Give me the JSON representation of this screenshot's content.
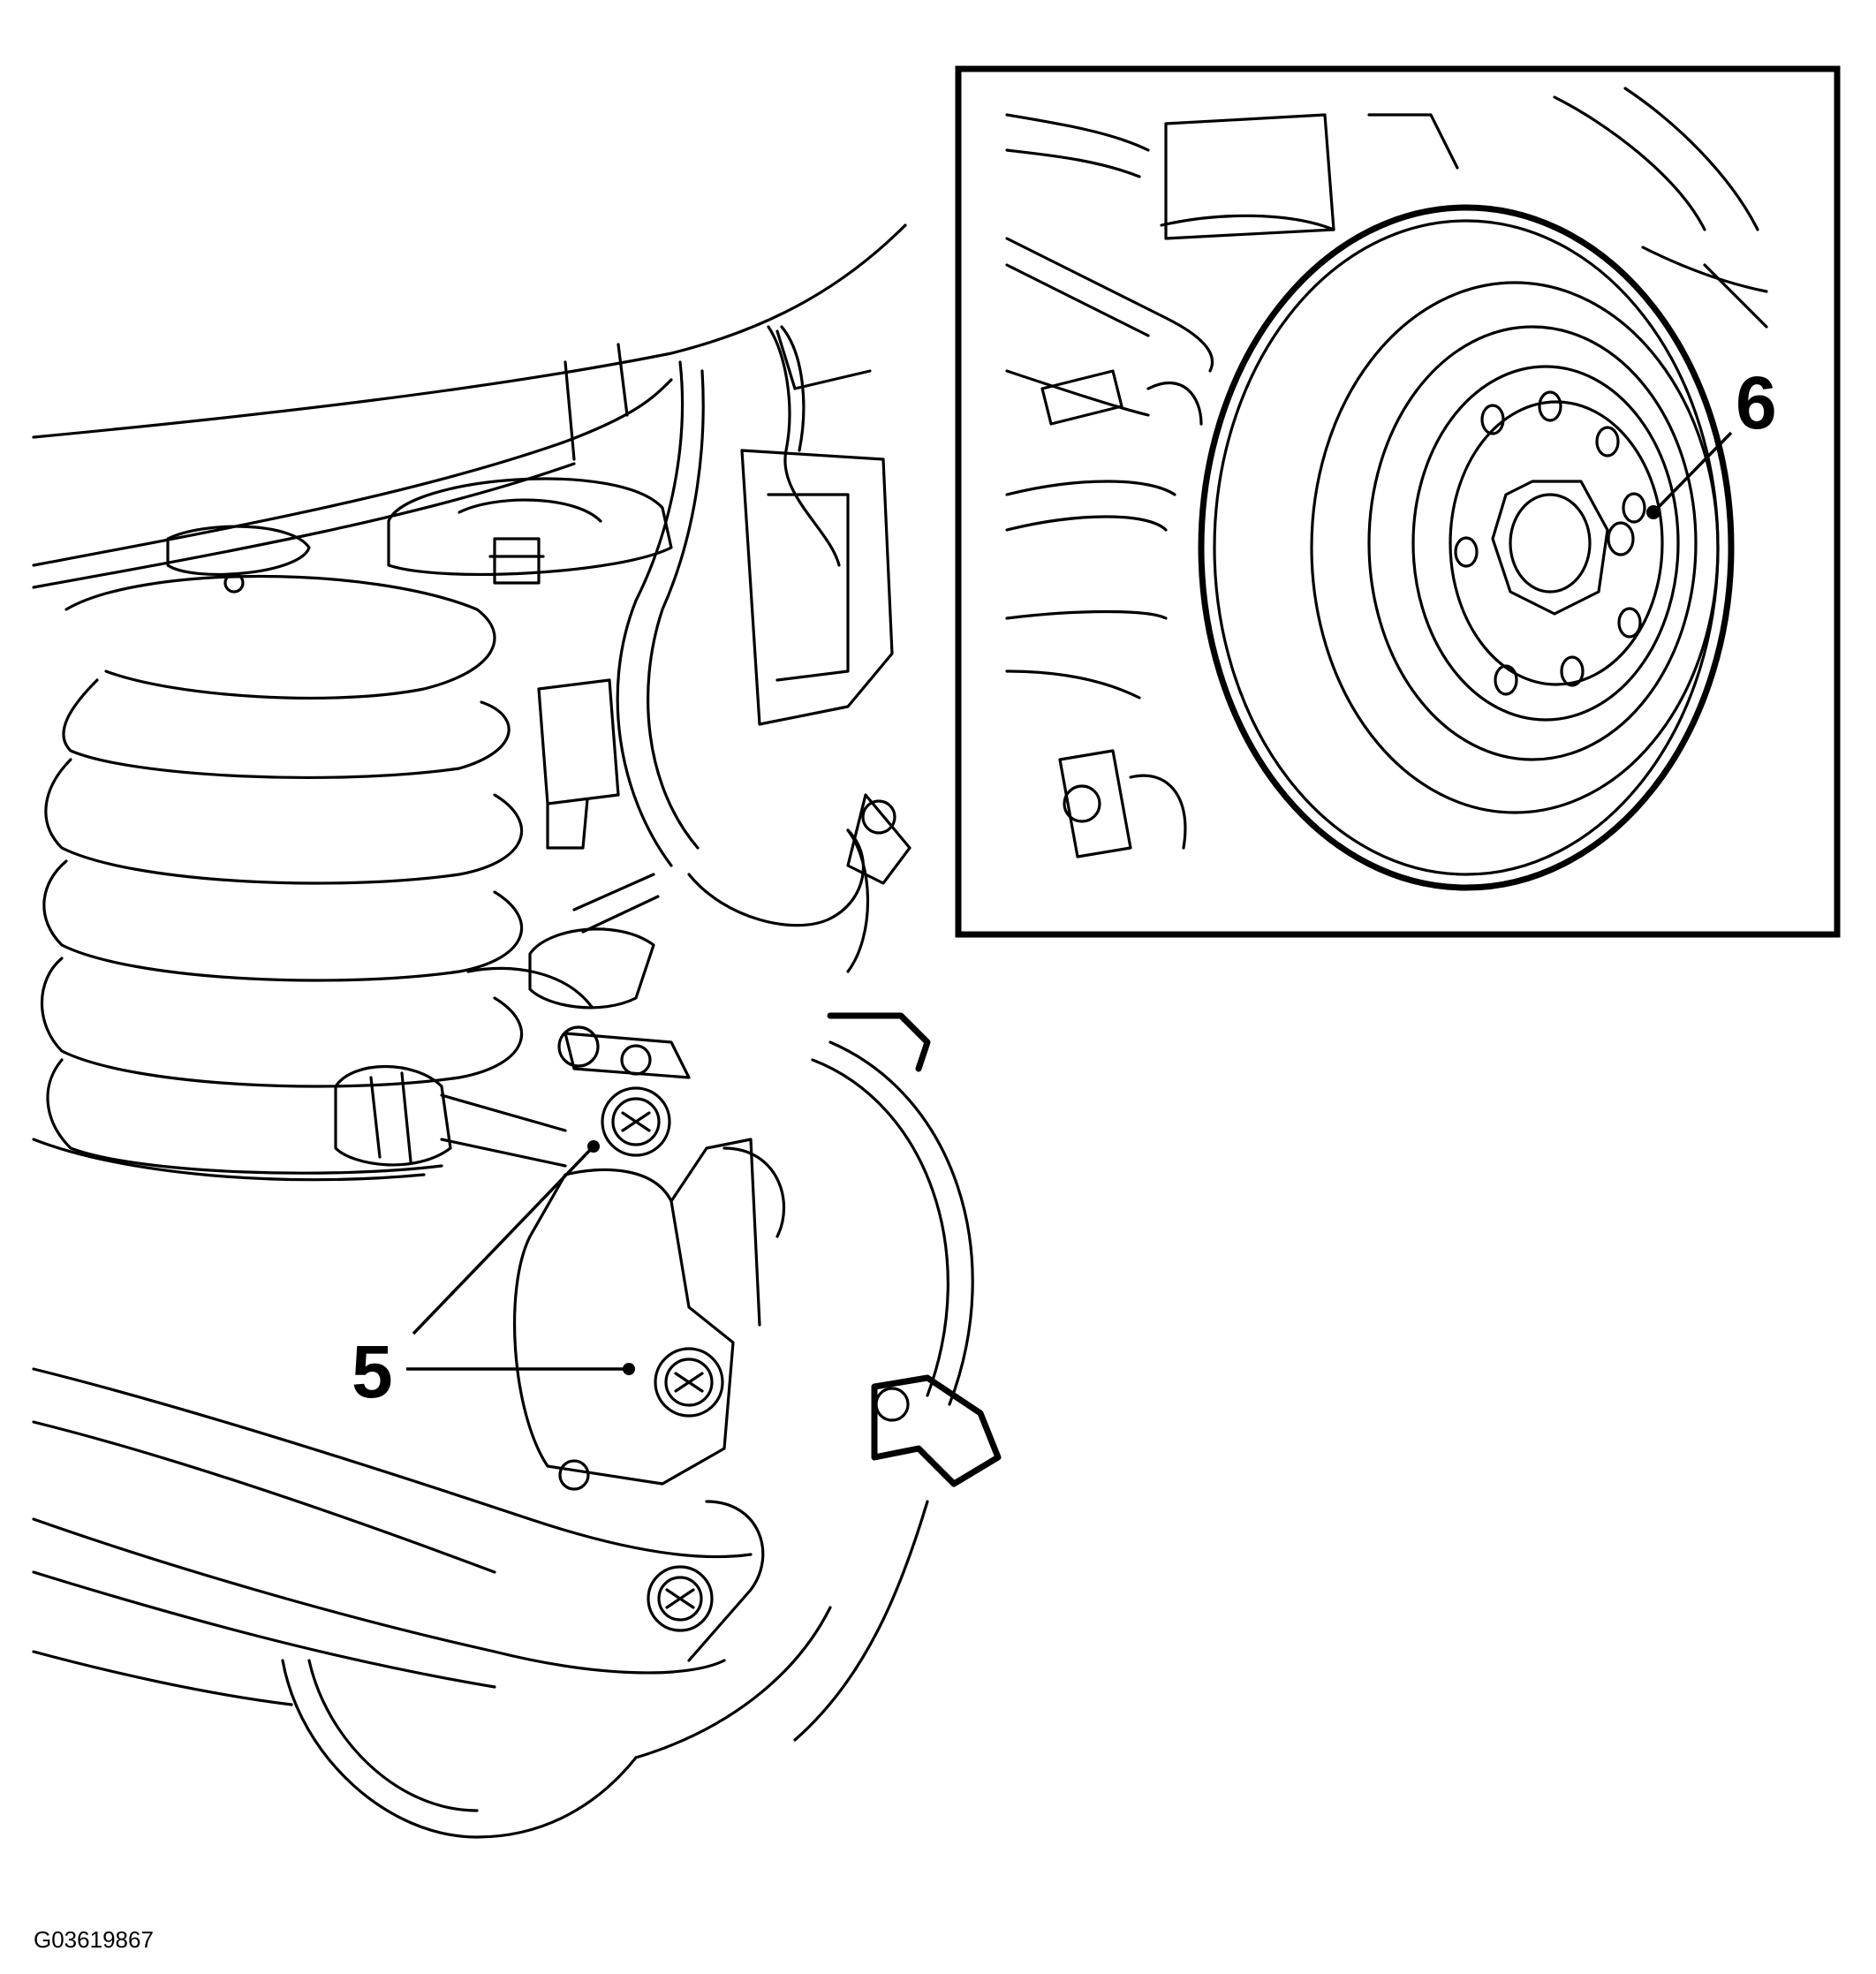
{
  "callouts": {
    "five": "5",
    "six": "6"
  },
  "figure_id": "G03619867",
  "colors": {
    "line": "#000000",
    "background": "#ffffff"
  }
}
